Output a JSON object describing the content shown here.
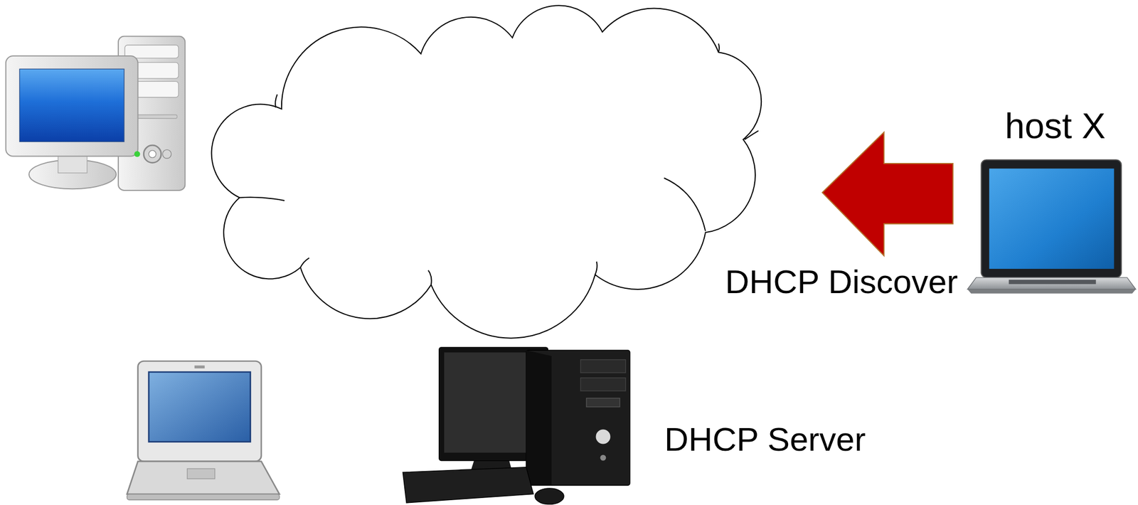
{
  "diagram": {
    "nodes": [
      {
        "text": [
          "host X"
        ]
      },
      {
        "text": [
          "DHCP Server"
        ]
      }
    ],
    "labels": [
      "DHCP Discover"
    ]
  }
}
